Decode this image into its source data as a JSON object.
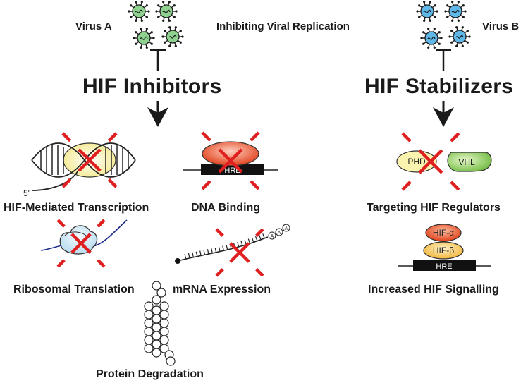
{
  "labels": {
    "virus_a": "Virus A",
    "virus_b": "Virus B",
    "inhibiting": "Inhibiting Viral Replication",
    "hif_inhibitors": "HIF Inhibitors",
    "hif_stabilizers": "HIF Stabilizers",
    "transcription": "HIF-Mediated Transcription",
    "dna_binding": "DNA Binding",
    "translation": "Ribosomal Translation",
    "mrna": "mRNA Expression",
    "degradation": "Protein Degradation",
    "regulators": "Targeting HIF Regulators",
    "signalling": "Increased HIF Signalling"
  },
  "glyphs": {
    "five_prime": "5'",
    "hre": "HRE",
    "phd": "PHD",
    "vhl": "VHL",
    "hif_alpha": "HIF-α",
    "hif_beta": "HIF-β",
    "poly_a": "A"
  },
  "colors": {
    "virus_a_fill": "#8fd18f",
    "virus_b_fill": "#5fb8e8",
    "cross": "#e02020",
    "hif_alpha": "#e8502a",
    "hif_beta": "#f7c24a",
    "vhl": "#7cc44a",
    "phd": "#fbf3b0",
    "dna_glow": "#fbf3b0",
    "hre_bar": "#111111"
  }
}
